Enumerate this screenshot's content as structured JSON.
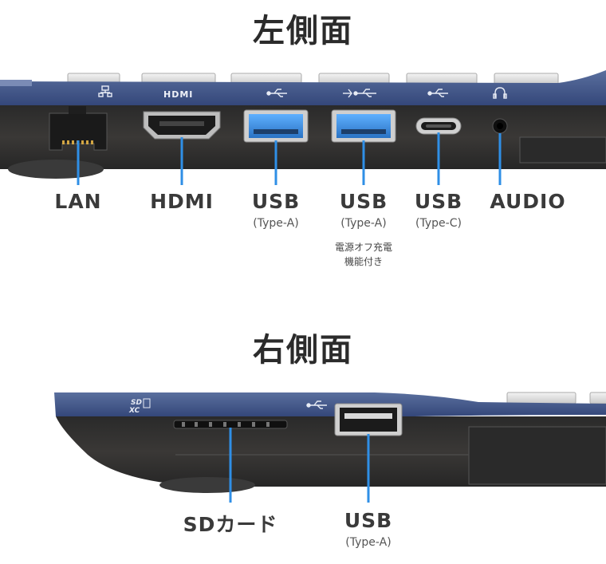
{
  "left_side": {
    "title": "左側面",
    "ports": [
      {
        "id": "lan",
        "label": "LAN",
        "sub": ""
      },
      {
        "id": "hdmi",
        "label": "HDMI",
        "sub": ""
      },
      {
        "id": "usb-a-1",
        "label": "USB",
        "sub": "(Type-A)"
      },
      {
        "id": "usb-a-2",
        "label": "USB",
        "sub": "(Type-A)",
        "note": "電源オフ充電\n機能付き"
      },
      {
        "id": "usb-c",
        "label": "USB",
        "sub": "(Type-C)"
      },
      {
        "id": "audio",
        "label": "AUDIO",
        "sub": ""
      }
    ],
    "hdmi_logo": "HDMI"
  },
  "right_side": {
    "title": "右側面",
    "ports": [
      {
        "id": "sd",
        "label": "SDカード",
        "sub": ""
      },
      {
        "id": "usb-a-3",
        "label": "USB",
        "sub": "(Type-A)"
      }
    ]
  },
  "colors": {
    "chassis_blue": "#3b4f7e",
    "chassis_dark": "#2e2e2e",
    "usb_blue": "#3d8fe0",
    "callout_line": "#2f8fe6",
    "title_text": "#2b2b2b"
  },
  "icons": [
    "lan-icon",
    "hdmi-logo",
    "usb-icon",
    "usb-charge-icon",
    "usb-c-icon",
    "headphone-icon",
    "sdxc-logo"
  ]
}
